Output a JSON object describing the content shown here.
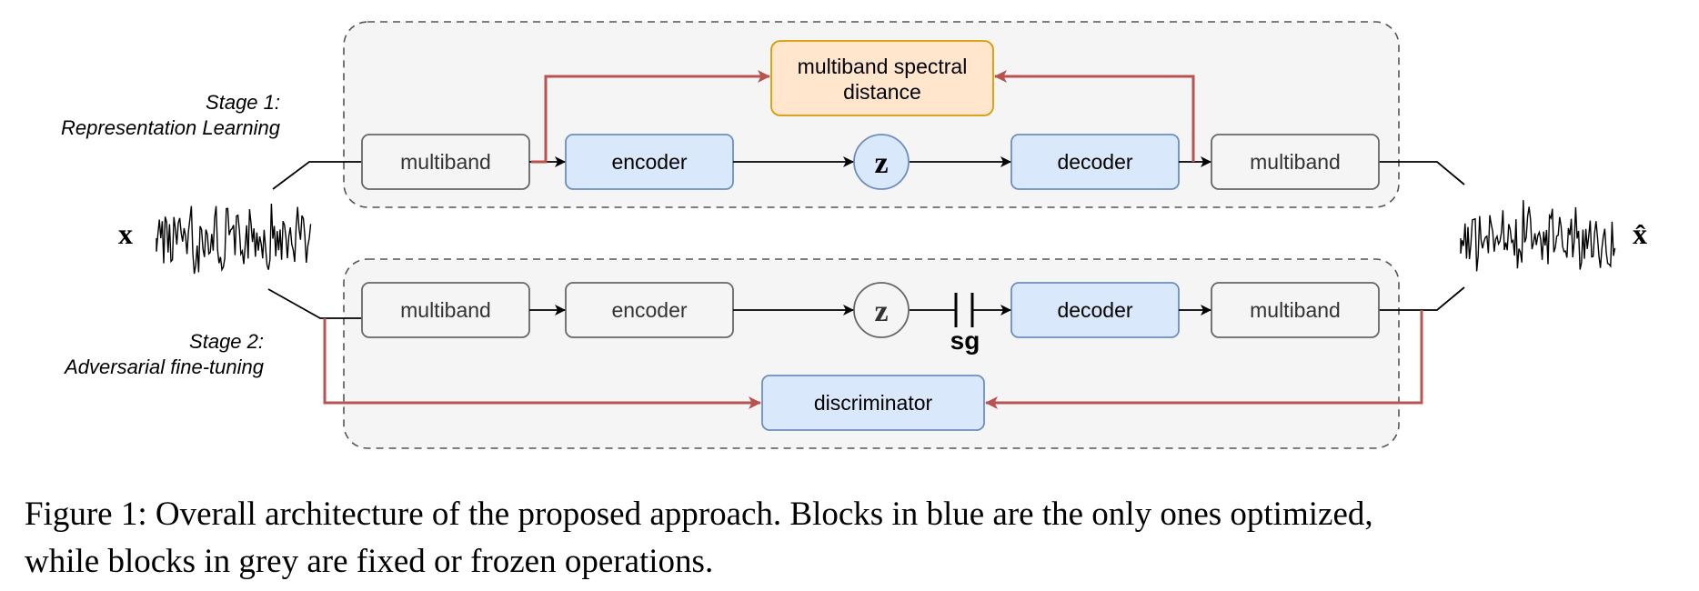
{
  "stage1": {
    "label_line1": "Stage 1:",
    "label_line2": "Representation Learning"
  },
  "stage2": {
    "label_line1": "Stage 2:",
    "label_line2": "Adversarial fine-tuning"
  },
  "input_label": "x",
  "output_label": "x̂",
  "blocks": {
    "s1_multiband_in": "multiband",
    "s1_encoder": "encoder",
    "s1_z": "z",
    "s1_decoder": "decoder",
    "s1_multiband_out": "multiband",
    "spectral_line1": "multiband spectral",
    "spectral_line2": "distance",
    "s2_multiband_in": "multiband",
    "s2_encoder": "encoder",
    "s2_z": "z",
    "s2_sg": "sg",
    "s2_decoder": "decoder",
    "s2_multiband_out": "multiband",
    "discriminator": "discriminator"
  },
  "caption": {
    "line1": "Figure 1: Overall architecture of the proposed approach. Blocks in blue are the only ones optimized,",
    "line2": "while blocks in grey are fixed or frozen operations."
  },
  "colors": {
    "optimized_fill": "#dae8fc",
    "optimized_stroke": "#6c8ebf",
    "fixed_fill": "#f5f5f5",
    "fixed_stroke": "#666666",
    "loss_fill": "#ffe6cc",
    "loss_stroke": "#d79b00",
    "loss_arrow": "#b85450"
  }
}
